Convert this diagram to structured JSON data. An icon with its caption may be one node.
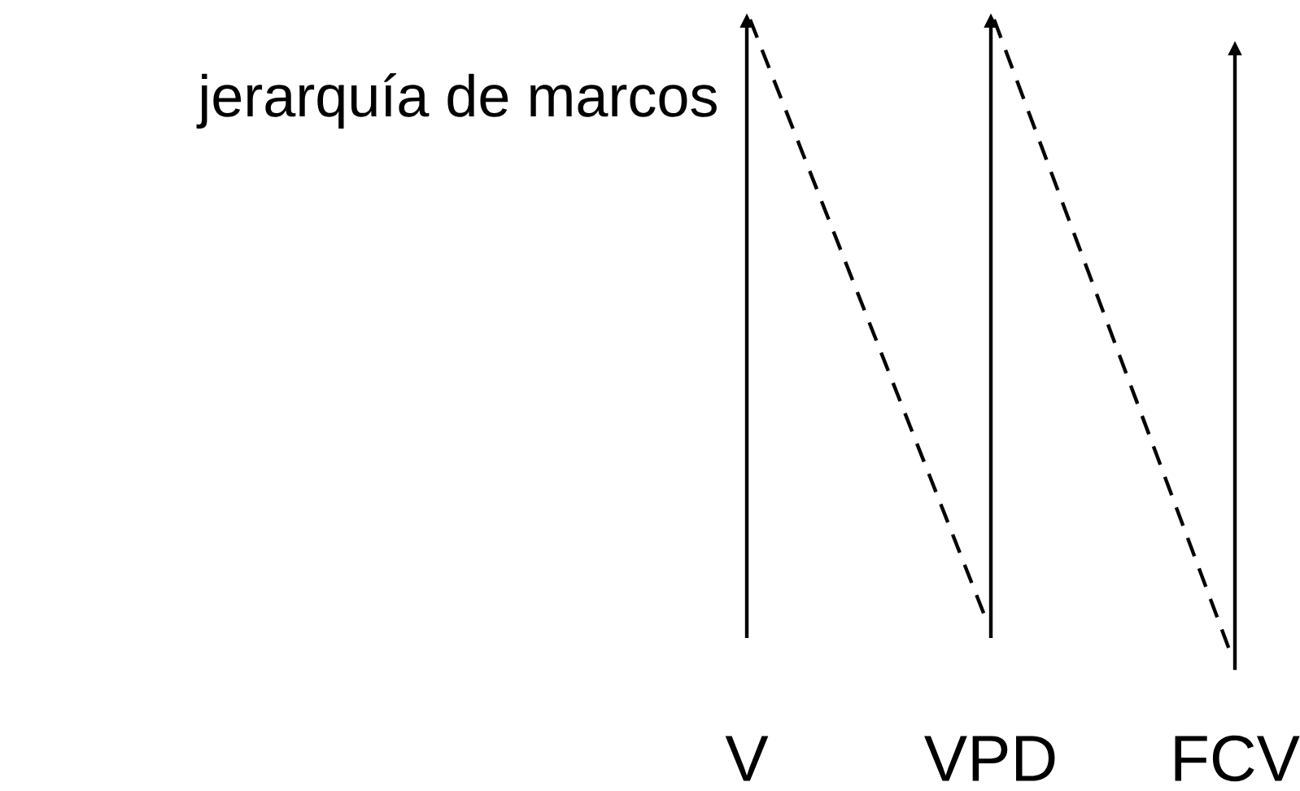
{
  "diagram": {
    "nodes": [
      {
        "text": [
          "V"
        ]
      },
      {
        "text": [
          "VPD"
        ]
      },
      {
        "text": [
          "FCV"
        ]
      }
    ],
    "edges": [
      {
        "from": 0,
        "to": null,
        "arrow": "to"
      },
      {
        "from": 1,
        "to": null,
        "arrow": "to"
      },
      {
        "from": 2,
        "to": null,
        "arrow": "to"
      }
    ],
    "labels": [
      "jerarquía de marcos"
    ]
  }
}
